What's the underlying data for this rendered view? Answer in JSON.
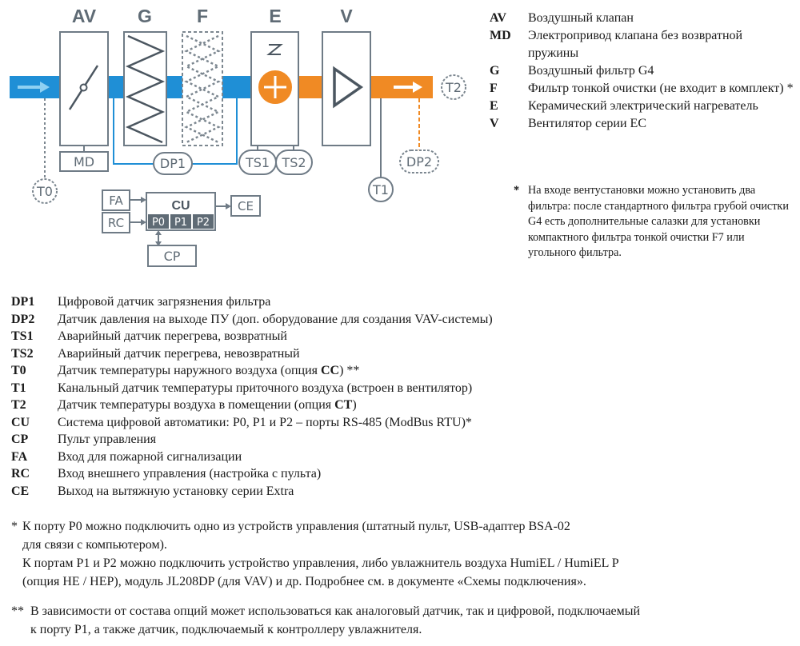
{
  "diagram": {
    "units": {
      "av": "AV",
      "g": "G",
      "f": "F",
      "e": "E",
      "v": "V"
    },
    "nodes": {
      "md": "MD",
      "dp1": "DP1",
      "ts1": "TS1",
      "ts2": "TS2",
      "dp2": "DP2",
      "t0": "T0",
      "t1": "T1",
      "t2": "T2",
      "fa": "FA",
      "rc": "RC",
      "cu": "CU",
      "p0": "P0",
      "p1": "P1",
      "p2": "P2",
      "ce": "CE",
      "cp": "CP"
    },
    "colors": {
      "cold_air": "#1f8fd6",
      "hot_air": "#f08a24",
      "outline": "#6f7b86",
      "port_fill": "#5f6b75",
      "arrow_fill": "#8fd0f2"
    }
  },
  "legend_top": [
    {
      "code": "AV",
      "desc": "Воздушный клапан"
    },
    {
      "code": "MD",
      "desc": "Электропривод клапана без возвратной пружины"
    },
    {
      "code": "G",
      "desc": "Воздушный фильтр G4"
    },
    {
      "code": "F",
      "desc": "Фильтр тонкой очистки (не входит в комплект) *"
    },
    {
      "code": "E",
      "desc": "Керамический электрический нагреватель"
    },
    {
      "code": "V",
      "desc": "Вентилятор серии EC"
    }
  ],
  "filter_note": {
    "mark": "*",
    "text": "На входе вентустановки можно установить два фильтра: после стандартного фильтра грубой очистки G4 есть дополнительные салазки для установки компактного фильтра тонкой очистки F7 или угольного фильтра."
  },
  "legend_bottom": [
    {
      "code": "DP1",
      "desc": "Цифровой датчик загрязнения фильтра"
    },
    {
      "code": "DP2",
      "desc": "Датчик давления на выходе ПУ (доп. оборудование для создания VAV-системы)"
    },
    {
      "code": "TS1",
      "desc": "Аварийный датчик перегрева, возвратный"
    },
    {
      "code": "TS2",
      "desc": "Аварийный датчик перегрева, невозвратный"
    },
    {
      "code": "T0",
      "desc_before": "Датчик температуры наружного воздуха (опция ",
      "desc_bold": "CC",
      "desc_after": ") **"
    },
    {
      "code": "T1",
      "desc": "Канальный датчик температуры приточного воздуха (встроен в вентилятор)"
    },
    {
      "code": "T2",
      "desc_before": "Датчик температуры воздуха в помещении (опция ",
      "desc_bold": "CT",
      "desc_after": ")"
    },
    {
      "code": "CU",
      "desc": "Система цифровой автоматики: P0, P1 и P2 – порты RS-485 (ModBus RTU)*"
    },
    {
      "code": "CP",
      "desc": "Пульт управления"
    },
    {
      "code": "FA",
      "desc": "Вход для пожарной сигнализации"
    },
    {
      "code": "RC",
      "desc": "Вход внешнего управления (настройка с пульта)"
    },
    {
      "code": "CE",
      "desc": "Выход на вытяжную установку серии Extra"
    }
  ],
  "footnotes": {
    "note1": {
      "mark": "*",
      "line1": "К порту P0 можно подключить одно из устройств управления (штатный пульт, USB-адаптер BSA-02",
      "line2": "для связи с компьютером).",
      "line3": "К портам P1 и P2 можно подключить устройство управления, либо увлажнитель воздуха HumiEL /  HumiEL P",
      "line4": "(опция HE / HEP), модуль JL208DP (для VAV) и др. Подробнее см. в документе «Схемы подключения»."
    },
    "note2": {
      "mark": "**",
      "line1": "В зависимости от состава опций может использоваться как аналоговый датчик, так и цифровой, подключаемый",
      "line2": "к порту P1, а также датчик, подключаемый к контроллеру увлажнителя."
    }
  }
}
